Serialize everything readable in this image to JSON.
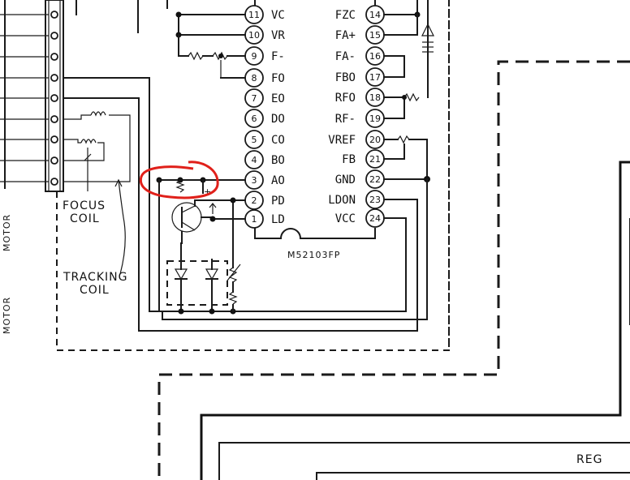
{
  "chip": {
    "part_number": "M52103FP",
    "left_pins": [
      {
        "num": "11",
        "label": "VC"
      },
      {
        "num": "10",
        "label": "VR"
      },
      {
        "num": "9",
        "label": "F-"
      },
      {
        "num": "8",
        "label": "FO"
      },
      {
        "num": "7",
        "label": "EO"
      },
      {
        "num": "6",
        "label": "DO"
      },
      {
        "num": "5",
        "label": "CO"
      },
      {
        "num": "4",
        "label": "BO"
      },
      {
        "num": "3",
        "label": "AO"
      },
      {
        "num": "2",
        "label": "PD"
      },
      {
        "num": "1",
        "label": "LD"
      }
    ],
    "right_pins": [
      {
        "num": "14",
        "label": "FZC"
      },
      {
        "num": "15",
        "label": "FA+"
      },
      {
        "num": "16",
        "label": "FA-"
      },
      {
        "num": "17",
        "label": "FBO"
      },
      {
        "num": "18",
        "label": "RFO"
      },
      {
        "num": "19",
        "label": "RF-"
      },
      {
        "num": "20",
        "label": "VREF"
      },
      {
        "num": "21",
        "label": "FB"
      },
      {
        "num": "22",
        "label": "GND"
      },
      {
        "num": "23",
        "label": "LDON"
      },
      {
        "num": "24",
        "label": "VCC"
      }
    ]
  },
  "labels": {
    "focus_coil_line1": "FOCUS",
    "focus_coil_line2": "COIL",
    "tracking_coil_line1": "TRACKING",
    "tracking_coil_line2": "COIL",
    "motor_upper": "MOTOR",
    "motor_lower": "MOTOR",
    "reg": "REG",
    "cap_plus": "+"
  },
  "annotation": {
    "color": "#e0201a",
    "shape": "hand-drawn circle",
    "target": "capacitor at pin 3"
  },
  "colors": {
    "ink": "#1a1a1a",
    "paper": "#ffffff",
    "highlight": "#e0201a"
  }
}
